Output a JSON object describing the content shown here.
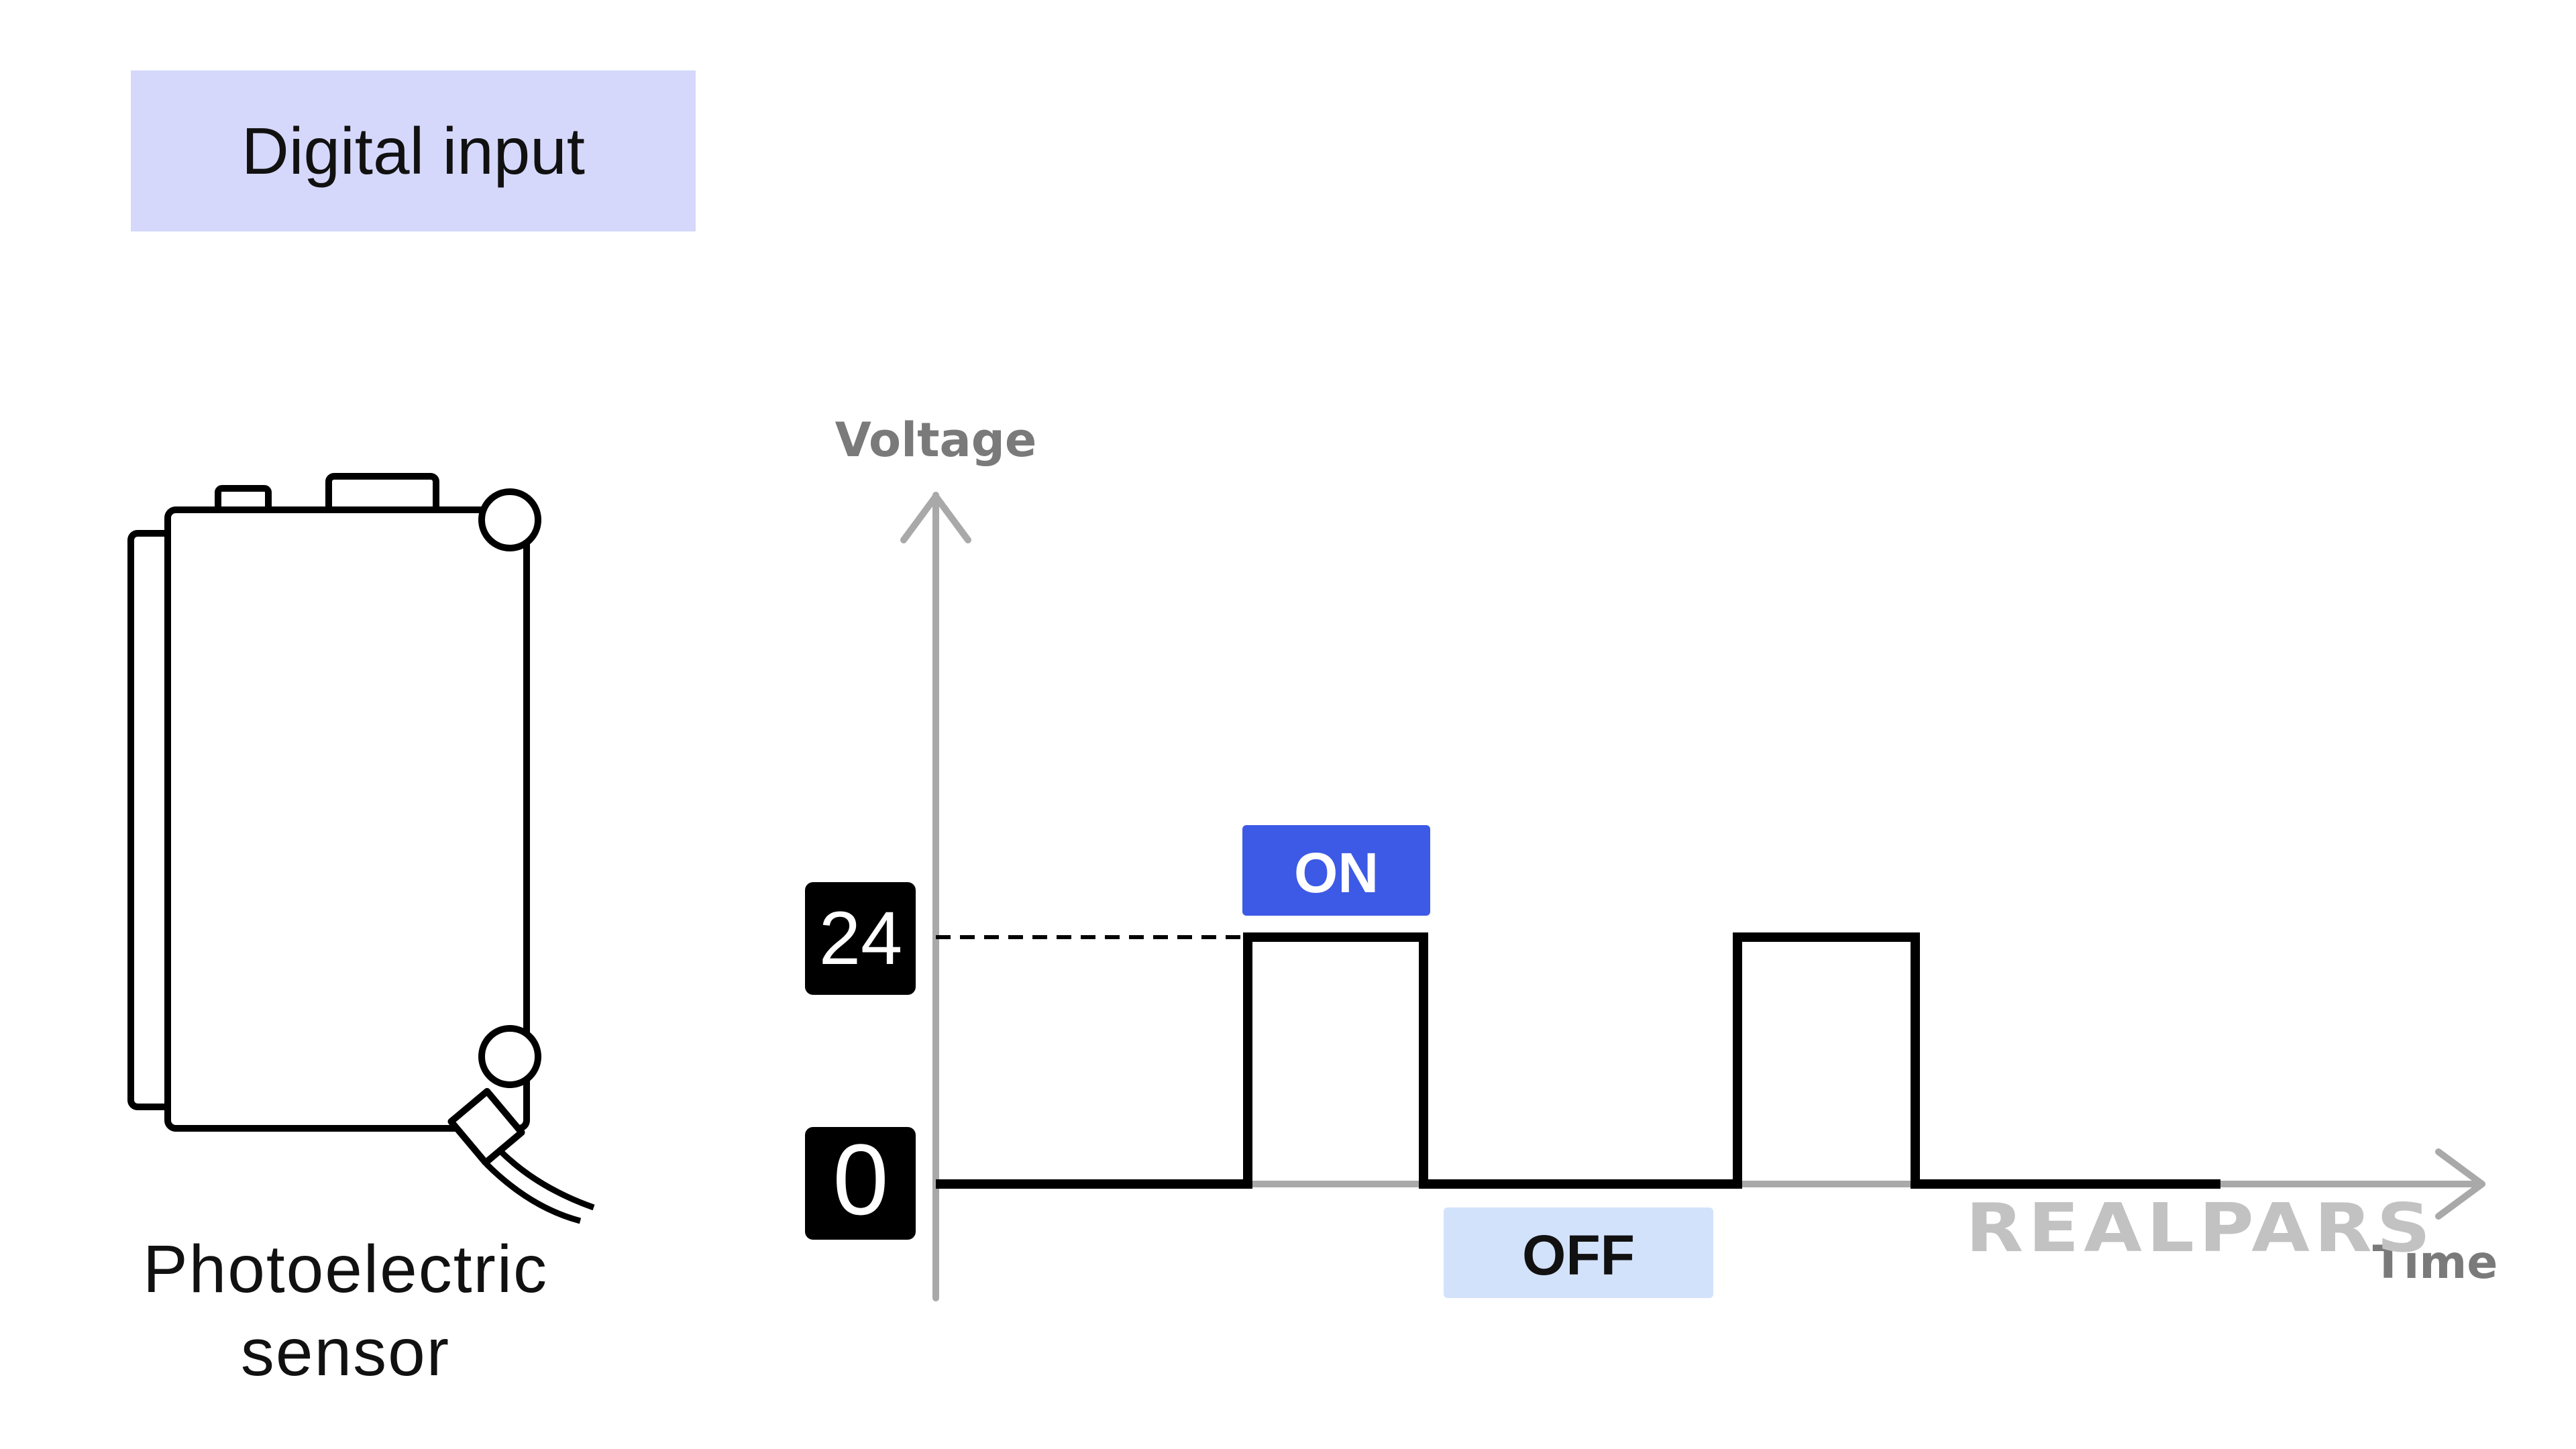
{
  "title": "Digital input",
  "sensor": {
    "caption_line1": "Photoelectric",
    "caption_line2": "sensor"
  },
  "graph": {
    "y_axis_label": "Voltage",
    "x_axis_label": "Time",
    "high_level_label": "24",
    "low_level_label": "0",
    "on_label": "ON",
    "off_label": "OFF"
  },
  "brand": "REALPARS",
  "colors": {
    "title_bg": "#d5d8fb",
    "on_badge": "#3d5ae6",
    "off_badge": "#d3e2fb",
    "level_badge": "#000000",
    "axis": "#a9a9a9",
    "signal": "#000000"
  }
}
